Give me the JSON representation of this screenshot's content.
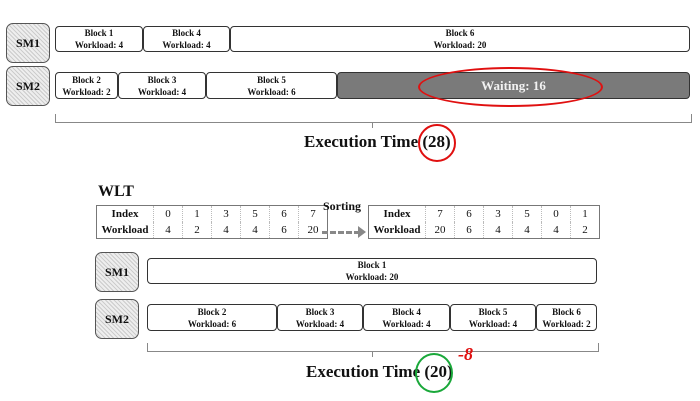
{
  "before": {
    "sm_labels": [
      "SM1",
      "SM2"
    ],
    "sm1_blocks": [
      {
        "name": "Block 1",
        "workload": "Workload: 4"
      },
      {
        "name": "Block 4",
        "workload": "Workload: 4"
      },
      {
        "name": "Block 6",
        "workload": "Workload: 20"
      }
    ],
    "sm2_blocks": [
      {
        "name": "Block 2",
        "workload": "Workload: 2"
      },
      {
        "name": "Block 3",
        "workload": "Workload: 4"
      },
      {
        "name": "Block 5",
        "workload": "Workload: 6"
      }
    ],
    "waiting": "Waiting: 16",
    "exec_label": "Execution Time",
    "exec_value": "(28)"
  },
  "wlt": {
    "title": "WLT",
    "sorting": "Sorting",
    "index_label": "Index",
    "workload_label": "Workload",
    "unsorted": {
      "index": [
        "0",
        "1",
        "3",
        "5",
        "6",
        "7"
      ],
      "workload": [
        "4",
        "2",
        "4",
        "4",
        "6",
        "20"
      ]
    },
    "sorted": {
      "index": [
        "7",
        "6",
        "3",
        "5",
        "0",
        "1"
      ],
      "workload": [
        "20",
        "6",
        "4",
        "4",
        "4",
        "2"
      ]
    }
  },
  "after": {
    "sm_labels": [
      "SM1",
      "SM2"
    ],
    "sm1_blocks": [
      {
        "name": "Block 1",
        "workload": "Workload: 20"
      }
    ],
    "sm2_blocks": [
      {
        "name": "Block 2",
        "workload": "Workload: 6"
      },
      {
        "name": "Block 3",
        "workload": "Workload: 4"
      },
      {
        "name": "Block 4",
        "workload": "Workload: 4"
      },
      {
        "name": "Block 5",
        "workload": "Workload: 4"
      },
      {
        "name": "Block 6",
        "workload": "Workload: 2"
      }
    ],
    "exec_label": "Execution Time",
    "exec_value": "(20)",
    "delta": "-8"
  },
  "colors": {
    "red": "#e01010",
    "green": "#1aa83a",
    "waiting": "#7a7a7a"
  }
}
